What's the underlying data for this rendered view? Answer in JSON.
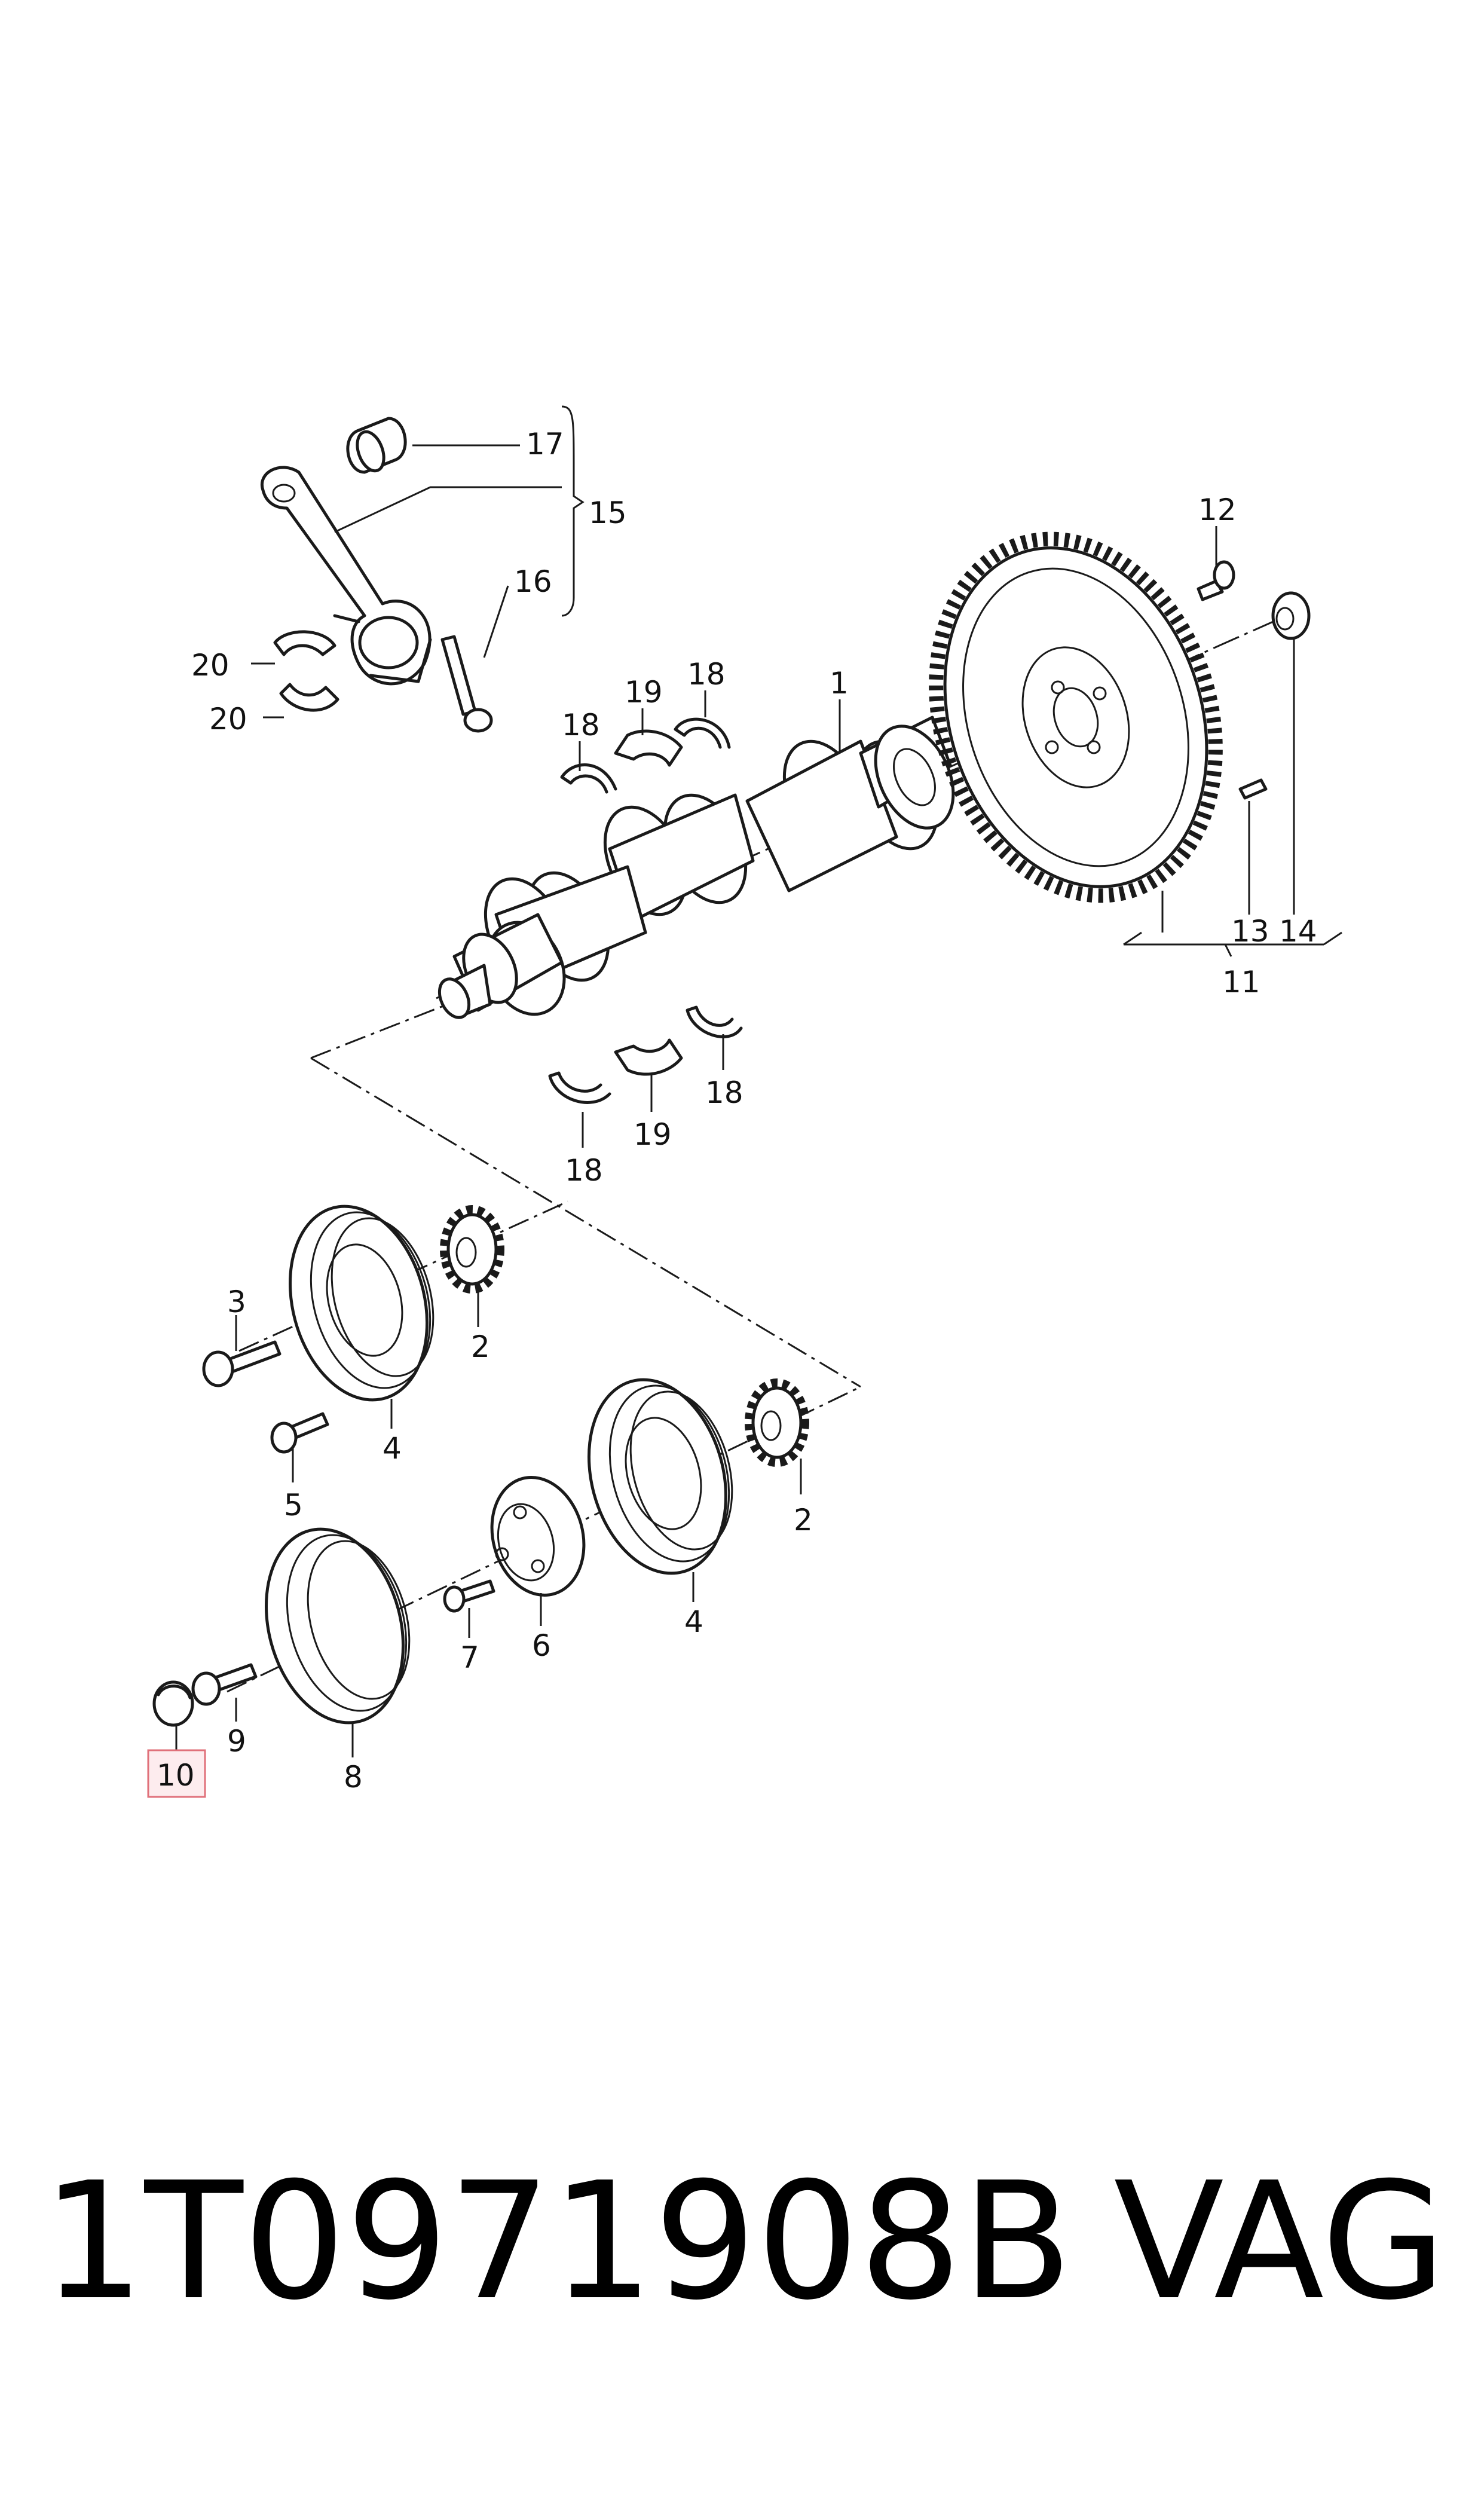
{
  "callouts": {
    "c1": "1",
    "c2a": "2",
    "c2b": "2",
    "c3": "3",
    "c4a": "4",
    "c4b": "4",
    "c5": "5",
    "c6": "6",
    "c7": "7",
    "c8": "8",
    "c9": "9",
    "c10": "10",
    "c11": "11",
    "c12": "12",
    "c13": "13",
    "c14": "14",
    "c15": "15",
    "c16": "16",
    "c17": "17",
    "c18a": "18",
    "c18b": "18",
    "c18c": "18",
    "c18d": "18",
    "c19a": "19",
    "c19b": "19",
    "c20a": "20",
    "c20b": "20"
  },
  "highlight": {
    "part": "10",
    "color": "#e0707a"
  },
  "footer": {
    "part_number": "1T0971908B",
    "brand": "VAG"
  }
}
